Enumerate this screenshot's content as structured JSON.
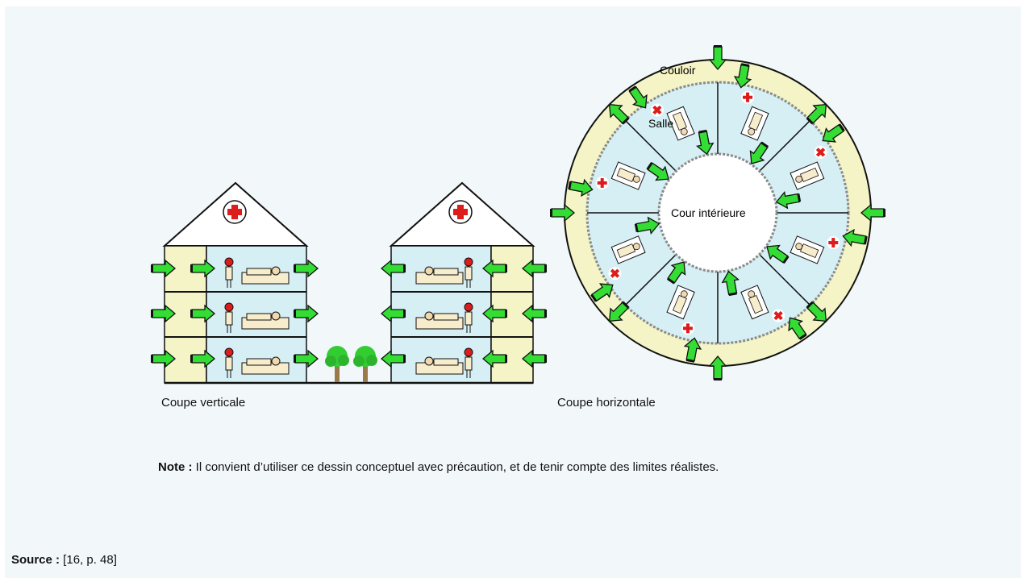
{
  "colors": {
    "panel_background": "#f2f8fa",
    "room_fill": "#d5eff4",
    "corridor_fill": "#f4f4c6",
    "arrow_fill": "#33dd33",
    "cross_red": "#dd1c1c",
    "tree_green": "#33cc33",
    "trunk": "#9a7a4a",
    "bed_fill": "#f7eccb"
  },
  "diagram": {
    "vertical_section_label": "Coupe verticale",
    "horizontal_section_label": "Coupe horizontale",
    "corridor_label": "Couloir",
    "room_label": "Salle",
    "courtyard_label": "Cour intérieure",
    "icons": [
      "red-cross-icon",
      "arrow-icon",
      "tree-icon",
      "patient-bed-icon",
      "standing-person-icon"
    ]
  },
  "note": {
    "label": "Note :",
    "text": " Il convient d’utiliser ce dessin conceptuel avec précaution, et de tenir compte des limites réalistes."
  },
  "source": {
    "label": "Source :",
    "text": " [16, p. 48]"
  }
}
